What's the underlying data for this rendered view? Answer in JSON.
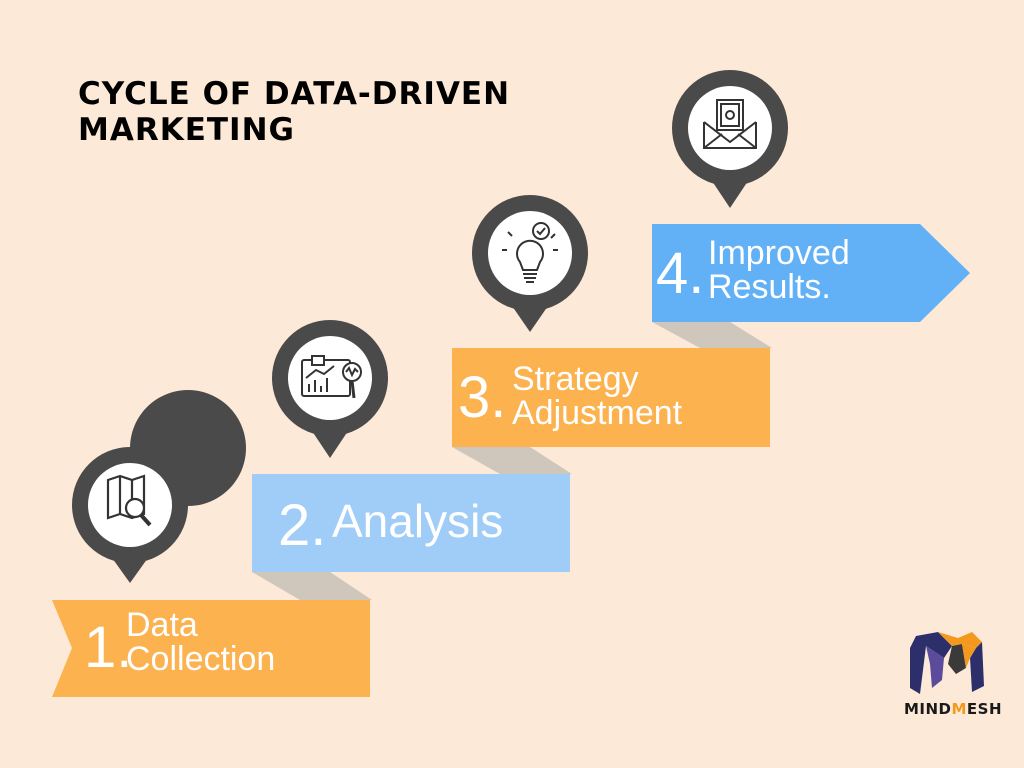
{
  "title": {
    "line1": "CYCLE OF DATA-DRIVEN",
    "line2": "MARKETING"
  },
  "steps": [
    {
      "number": "1.",
      "line1": "Data",
      "line2": "Collection",
      "color": "#fbb24f",
      "icon": "map-search-icon"
    },
    {
      "number": "2.",
      "line1": "Analysis",
      "color": "#9fcdf7",
      "icon": "data-analysis-icon"
    },
    {
      "number": "3.",
      "line1": "Strategy",
      "line2": "Adjustment",
      "color": "#fbb24f",
      "icon": "lightbulb-check-icon"
    },
    {
      "number": "4.",
      "line1": "Improved",
      "line2": "Results.",
      "color": "#62b1f7",
      "icon": "money-envelope-icon"
    }
  ],
  "colors": {
    "background": "#fde9d7",
    "pin": "#4a4a4a",
    "connector": "#cfc6bc",
    "text": "#ffffff"
  },
  "logo": {
    "name_a": "MIND",
    "name_b": "M",
    "name_c": "ESH",
    "tagline": ""
  }
}
